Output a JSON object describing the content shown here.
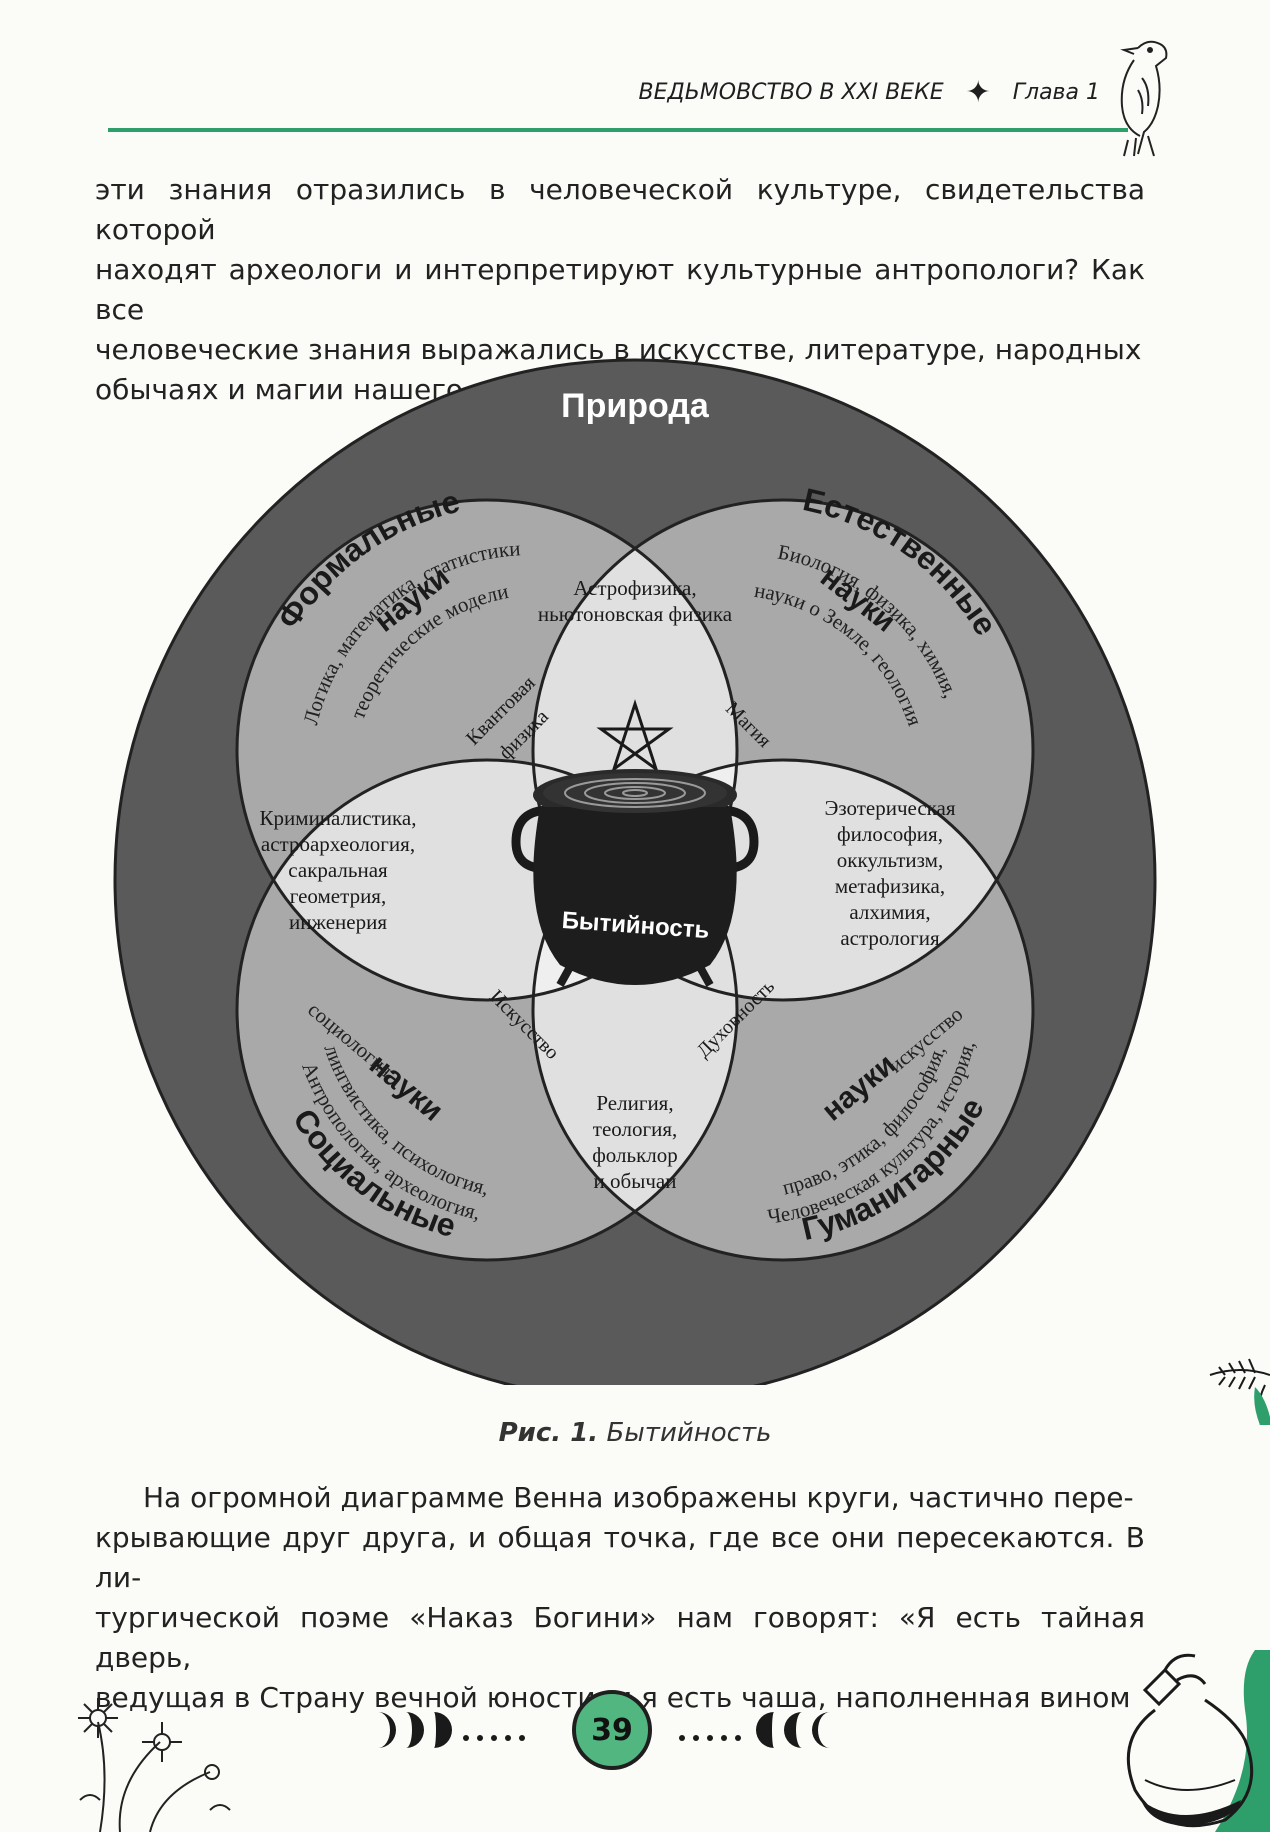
{
  "header": {
    "book_title": "ВЕДЬМОВСТВО В XXI ВЕКЕ",
    "separator_glyph": "✦",
    "chapter": "Глава 1"
  },
  "intro_lines": [
    "эти знания отразились в человеческой культуре, свидетельства которой",
    "находят археологи и интерпретируют культурные антропологи? Как все",
    "человеческие знания выражались в искусстве, литературе, народных",
    "обычаях и магии нашего мира?"
  ],
  "diagram": {
    "outer_label": "Природа",
    "center_label": "Бытийность",
    "circles": {
      "formal": {
        "title_line1": "Формальные",
        "title_line2": "науки",
        "desc_line1": "Логика, математика, статистики",
        "desc_line2": "теоретические модели"
      },
      "natural": {
        "title_line1": "Естественные",
        "title_line2": "науки",
        "desc_line1": "Биология, физика, химия,",
        "desc_line2": "науки о Земле, геология"
      },
      "social": {
        "title_line1": "Социальные",
        "title_line2": "науки",
        "desc_line1": "Антропология, археология,",
        "desc_line2": "лингвистика, психология,",
        "desc_line3": "социология"
      },
      "humanities": {
        "title_line1": "Гуманитарные",
        "title_line2": "науки",
        "desc_line1": "Человеческая культура, история,",
        "desc_line2": "право, этика, философия,",
        "desc_line3": "искусство"
      }
    },
    "overlaps": {
      "top": [
        "Астрофизика,",
        "ньютоновская физика"
      ],
      "left": [
        "Криминалистика,",
        "астроархеология,",
        "сакральная",
        "геометрия,",
        "инженерия"
      ],
      "right": [
        "Эзотерическая",
        "философия,",
        "оккультизм,",
        "метафизика,",
        "алхимия,",
        "астрология"
      ],
      "bottom": [
        "Религия,",
        "теология,",
        "фольклор",
        "и обычаи"
      ]
    },
    "inner": {
      "quantum": [
        "Квантовая",
        "физика"
      ],
      "magic": "Магия",
      "art": "Искусство",
      "spirituality": "Духовность"
    }
  },
  "caption": {
    "label": "Рис. 1.",
    "text": "Бытийность"
  },
  "body_lines": [
    "На огромной диаграмме Венна изображены круги, частично пере-",
    "крывающие друг друга, и общая точка, где все они пересекаются. В ли-",
    "тургической поэме «Наказ Богини» нам говорят: «Я есть тайная дверь,",
    "ведущая в Страну вечной юности; и я есть чаша, наполненная вином"
  ],
  "page_number": "39",
  "colors": {
    "accent_green": "#2e9e6b",
    "page_number_green": "#52b681",
    "outer_ring": "#5a5a5a",
    "circle_fill": "#a9a9a9",
    "overlap_fill": "#e0e0e0"
  }
}
